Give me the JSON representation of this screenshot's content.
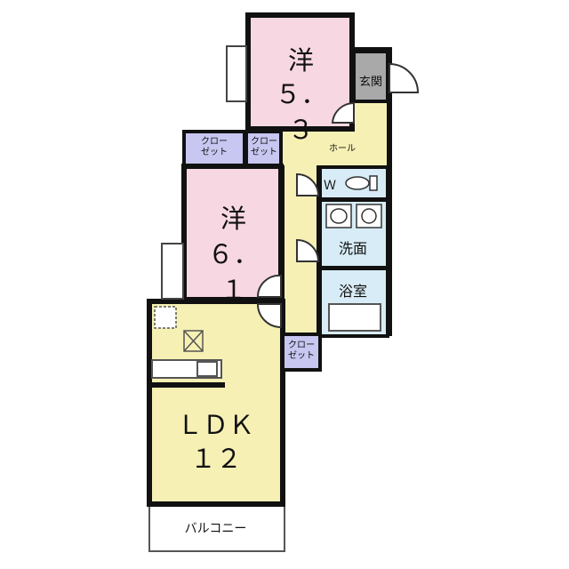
{
  "rooms": {
    "western_room_a": {
      "name": "洋",
      "size": "５．３"
    },
    "western_room_b": {
      "name": "洋",
      "size": "６．１"
    },
    "ldk": {
      "name": "ＬＤＫ",
      "size": "１２"
    },
    "entrance": "玄関",
    "hall": "ホール",
    "toilet": "Ｗ",
    "washroom": "洗面",
    "bathroom": "浴室",
    "balcony": "バルコニー",
    "closet_top_left": "クロー\nゼット",
    "closet_top_right": "クロー\nゼット",
    "closet_hall": "クロー\nゼット"
  },
  "colors": {
    "western_room": "#f7d7e2",
    "ldk_hall": "#f6f0b4",
    "closet": "#c8c7f1",
    "wet_area": "#d7ecf6",
    "entrance": "#a9a9a9",
    "wall": "#111111"
  }
}
